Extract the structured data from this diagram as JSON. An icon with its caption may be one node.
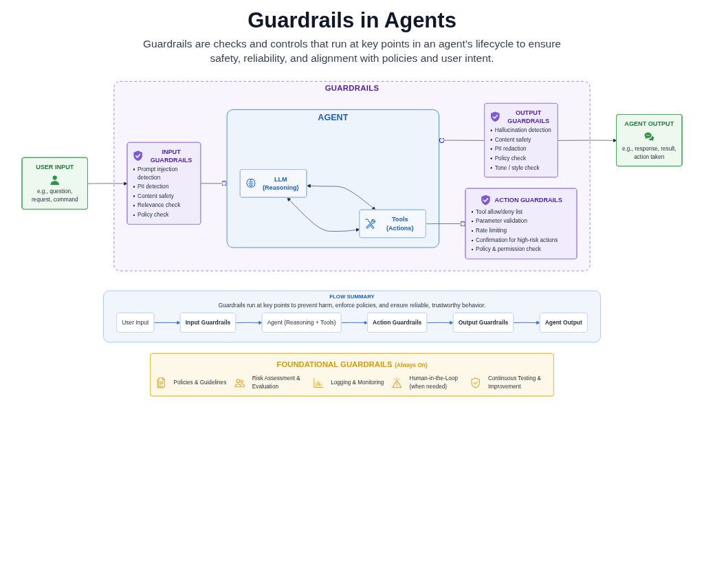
{
  "diagram": {
    "title": "Guardrails in Agents",
    "nodes": [
      {
        "text": [
          "GUARDRAILS"
        ]
      },
      {
        "text": [
          "USER INPUT",
          "e.g., question, request, command"
        ]
      },
      {
        "text": [
          "INPUT GUARDRAILS",
          "Prompt injection detection",
          "PII detection",
          "Content safety",
          "Relevance check",
          "Policy check"
        ],
        "in": 0
      },
      {
        "text": [
          "AGENT"
        ],
        "in": 0
      },
      {
        "text": [
          "LLM (Reasoning)"
        ],
        "in": 3
      },
      {
        "text": [
          "Tools (Actions)"
        ],
        "in": 3
      },
      {
        "text": [
          "OUTPUT GUARDRAILS",
          "Hallucination detection",
          "Content safety",
          "PII redaction",
          "Policy check",
          "Tone / style check"
        ],
        "in": 0
      },
      {
        "text": [
          "AGENT OUTPUT",
          "e.g., response, result, action taken"
        ]
      },
      {
        "text": [
          "ACTION GUARDRAILS",
          "Tool allow/deny list",
          "Parameter validation",
          "Rate limiting",
          "Confirmation for high-risk actions",
          "Policy & permission check"
        ],
        "in": 0
      },
      {
        "text": [
          "FOUNDATIONAL GUARDRAILS",
          "(Always On)",
          "Policies & Guidelines",
          "Risk Assessment & Evaluation",
          "Logging & Monitoring",
          "Human-in-the-Loop (when needed)",
          "Continuous Testing & Improvement"
        ]
      },
      {
        "text": [
          "FLOW SUMMARY",
          "Guardrails run at key points to prevent harm, enforce policies, and ensure reliable, trustworthy behavior."
        ]
      },
      {
        "text": [
          "User Input"
        ],
        "in": 10
      },
      {
        "text": [
          "Input Guardrails"
        ],
        "in": 10
      },
      {
        "text": [
          "Agent (Reasoning + Tools)"
        ],
        "in": 10
      },
      {
        "text": [
          "Action Guardrails"
        ],
        "in": 10
      },
      {
        "text": [
          "Output Guardrails"
        ],
        "in": 10
      },
      {
        "text": [
          "Agent Output"
        ],
        "in": 10
      }
    ],
    "edges": [
      {
        "from": 1,
        "to": 2,
        "arrow": "to"
      },
      {
        "from": 2,
        "to": 3,
        "arrow": "other"
      },
      {
        "from": 3,
        "to": 6,
        "arrow": "other"
      },
      {
        "from": 6,
        "to": 7,
        "arrow": "to"
      },
      {
        "from": 4,
        "to": 5,
        "arrow": "both"
      },
      {
        "from": 4,
        "to": 5,
        "arrow": "both"
      },
      {
        "from": 5,
        "to": 8,
        "arrow": "other"
      },
      {
        "from": 11,
        "to": 12,
        "arrow": "to",
        "color": "#3b74d4"
      },
      {
        "from": 12,
        "to": 13,
        "arrow": "to",
        "color": "#3b74d4"
      },
      {
        "from": 13,
        "to": 14,
        "arrow": "to",
        "color": "#3b74d4"
      },
      {
        "from": 14,
        "to": 15,
        "arrow": "to",
        "color": "#3b74d4"
      },
      {
        "from": 15,
        "to": 16,
        "arrow": "to",
        "color": "#3b74d4"
      }
    ],
    "labels": [
      "Guardrails are checks and controls that run at key points in an agent’s lifecycle to ensure safety, reliability, and alignment with policies and user intent."
    ]
  }
}
